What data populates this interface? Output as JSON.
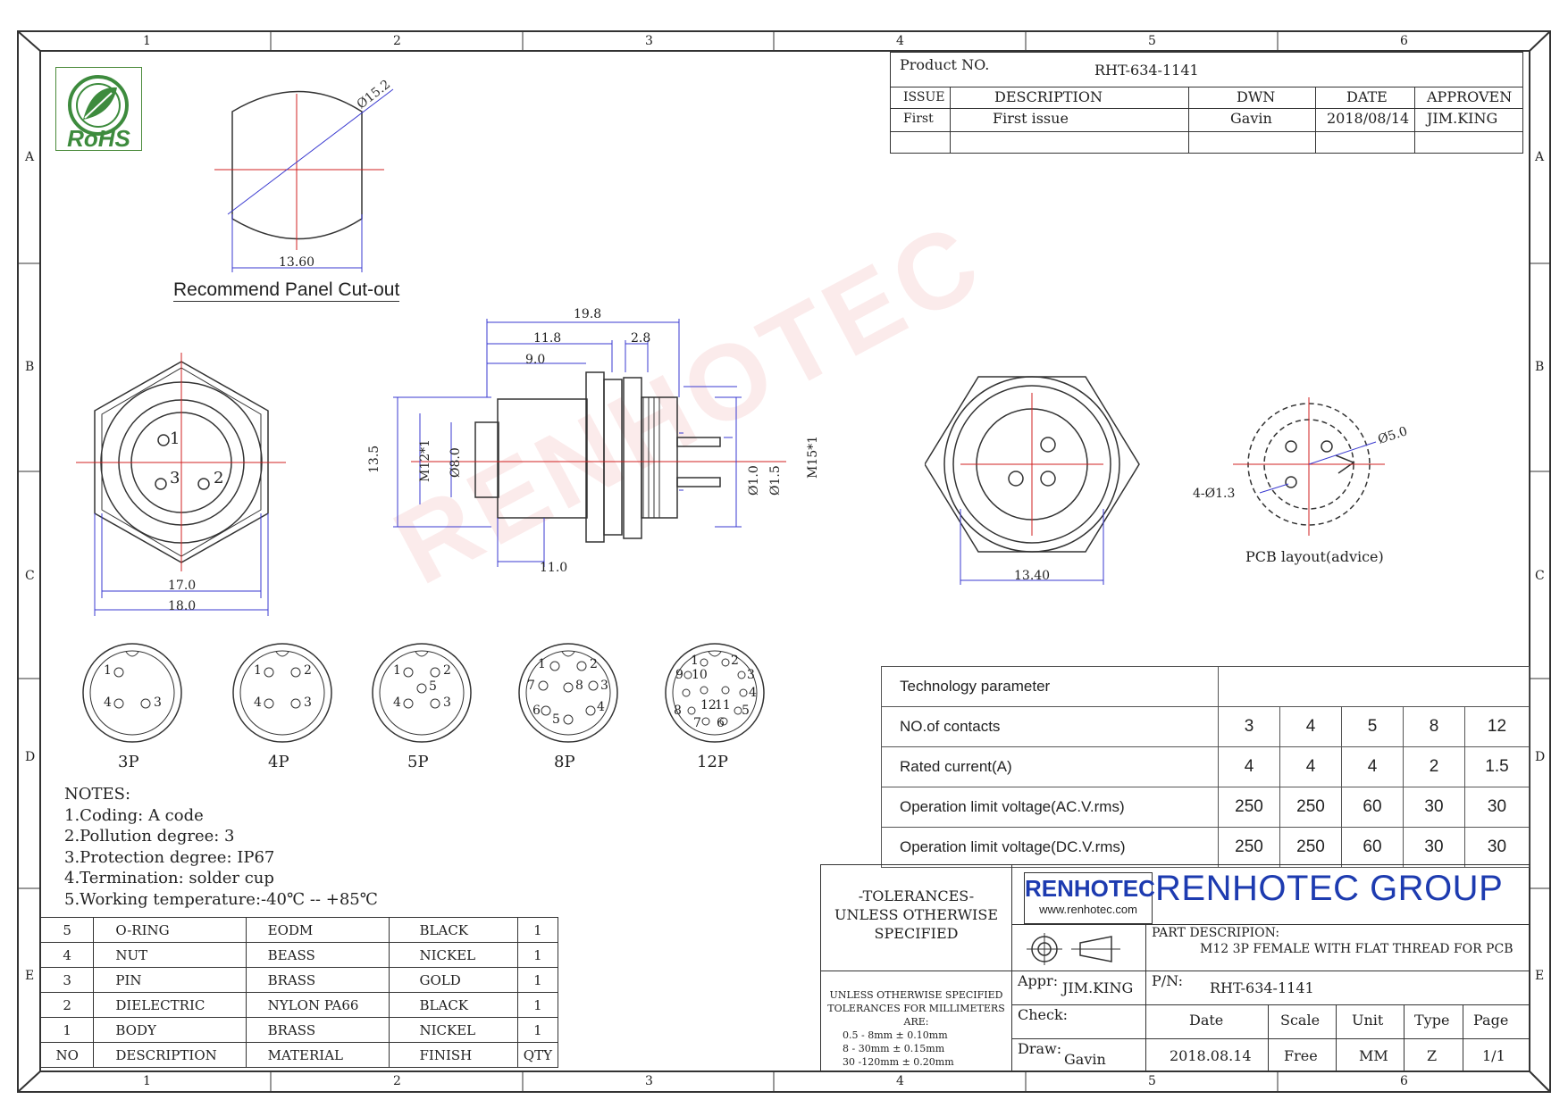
{
  "frame": {
    "col_labels": [
      "1",
      "2",
      "3",
      "4",
      "5",
      "6"
    ],
    "row_labels": [
      "A",
      "B",
      "C",
      "D",
      "E"
    ]
  },
  "rohs": {
    "text": "RoHS"
  },
  "header": {
    "product_no_label": "Product NO.",
    "product_no": "RHT-634-1141",
    "columns": [
      "ISSUE",
      "DESCRIPTION",
      "DWN",
      "DATE",
      "APPROVEN"
    ],
    "row": [
      "First",
      "First issue",
      "Gavin",
      "2018/08/14",
      "JIM.KING"
    ]
  },
  "cutout": {
    "title": "Recommend Panel Cut-out",
    "dia": "Ø15.2",
    "width": "13.60"
  },
  "front_view": {
    "pins": [
      "1",
      "2",
      "3"
    ],
    "dim_inner": "17.0",
    "dim_outer": "18.0"
  },
  "side_view": {
    "dim_total": "19.8",
    "dim_118": "11.8",
    "dim_28": "2.8",
    "dim_90": "9.0",
    "dim_135": "13.5",
    "dim_m12": "M12*1",
    "dim_80": "Ø8.0",
    "dim_10": "Ø1.0",
    "dim_15": "Ø1.5",
    "dim_m15": "M15*1",
    "dim_110": "11.0"
  },
  "rear_view": {
    "dim_width": "13.40"
  },
  "pcb": {
    "dia": "Ø5.0",
    "holes": "4-Ø1.3",
    "caption": "PCB layout(advice)"
  },
  "pinouts": [
    {
      "label": "3P",
      "pins": [
        "1",
        "4",
        "3"
      ]
    },
    {
      "label": "4P",
      "pins": [
        "1",
        "2",
        "4",
        "3"
      ]
    },
    {
      "label": "5P",
      "pins": [
        "1",
        "2",
        "5",
        "4",
        "3"
      ]
    },
    {
      "label": "8P",
      "pins": [
        "1",
        "2",
        "7",
        "8",
        "3",
        "6",
        "4",
        "5"
      ]
    },
    {
      "label": "12P",
      "pins": [
        "1",
        "2",
        "9",
        "10",
        "3",
        "8",
        "12",
        "4",
        "11",
        "5",
        "7",
        "6"
      ]
    }
  ],
  "notes": {
    "title": "NOTES:",
    "items": [
      "1.Coding: A code",
      "2.Pollution degree: 3",
      "3.Protection degree: IP67",
      "4.Termination: solder cup",
      "5.Working temperature:-40℃ -- +85℃"
    ]
  },
  "bom": {
    "rows": [
      [
        "5",
        "O-RING",
        "EODM",
        "BLACK",
        "1"
      ],
      [
        "4",
        "NUT",
        "BEASS",
        "NICKEL",
        "1"
      ],
      [
        "3",
        "PIN",
        "BRASS",
        "GOLD",
        "1"
      ],
      [
        "2",
        "DIELECTRIC",
        "NYLON PA66",
        "BLACK",
        "1"
      ],
      [
        "1",
        "BODY",
        "BRASS",
        "NICKEL",
        "1"
      ]
    ],
    "header": [
      "NO",
      "DESCRIPTION",
      "MATERIAL",
      "FINISH",
      "QTY"
    ]
  },
  "tech": {
    "title": "Technology parameter",
    "rows": [
      {
        "label": "NO.of contacts",
        "values": [
          "3",
          "4",
          "5",
          "8",
          "12"
        ]
      },
      {
        "label": "Rated current(A)",
        "values": [
          "4",
          "4",
          "4",
          "2",
          "1.5"
        ]
      },
      {
        "label": "Operation limit voltage(AC.V.rms)",
        "values": [
          "250",
          "250",
          "60",
          "30",
          "30"
        ]
      },
      {
        "label": "Operation limit voltage(DC.V.rms)",
        "values": [
          "250",
          "250",
          "60",
          "30",
          "30"
        ]
      }
    ]
  },
  "title_block": {
    "tol_l1": "-TOLERANCES-",
    "tol_l2": "UNLESS OTHERWISE",
    "tol_l3": "SPECIFIED",
    "logo_text": "RENHOTEC",
    "logo_url": "www.renhotec.com",
    "company": "RENHOTEC GROUP",
    "part_desc_label": "PART DESCRIPION:",
    "part_desc": "M12 3P FEMALE WITH FLAT THREAD FOR PCB",
    "tol_small_1": "UNLESS OTHERWISE SPECIFIED",
    "tol_small_2": "TOLERANCES FOR MILLIMETERS ARE:",
    "tol_small_3": "0.5 - 8mm ± 0.10mm",
    "tol_small_4": "8 - 30mm ± 0.15mm",
    "tol_small_5": "30 -120mm ± 0.20mm",
    "appr_label": "Appr:",
    "appr": "JIM.KING",
    "pn_label": "P/N:",
    "pn": "RHT-634-1141",
    "check_label": "Check:",
    "draw_label": "Draw:",
    "draw": "Gavin",
    "cols": [
      "Date",
      "Scale",
      "Unit",
      "Type",
      "Page"
    ],
    "vals": [
      "2018.08.14",
      "Free",
      "MM",
      "Z",
      "1/1"
    ]
  },
  "colors": {
    "dim": "#3a3ad0",
    "center": "#d02020",
    "line": "#333333"
  }
}
